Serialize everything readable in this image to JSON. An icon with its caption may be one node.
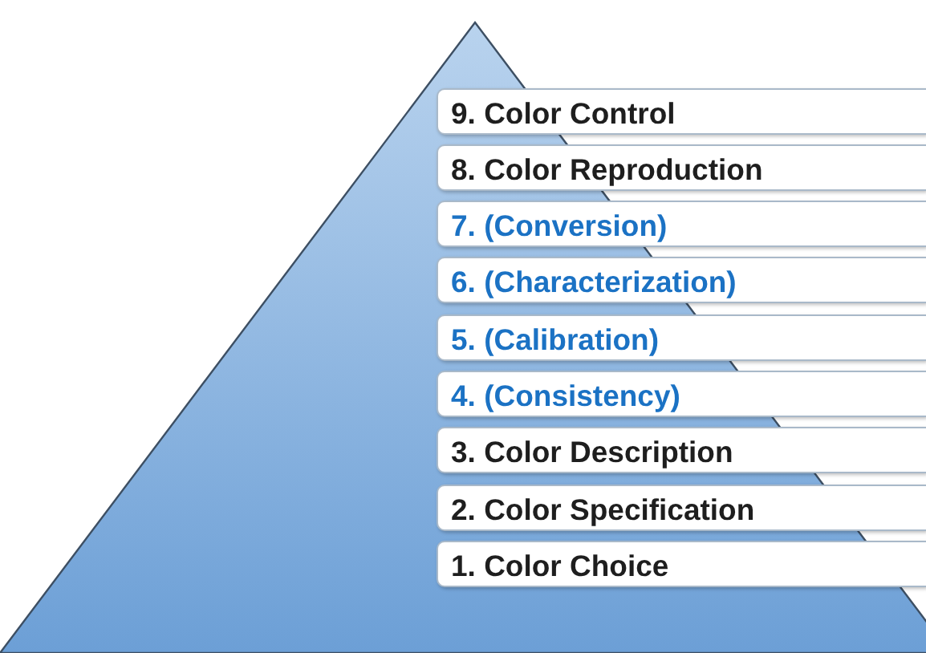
{
  "diagram": {
    "nodes": [
      {
        "text": [
          "9. Color Control"
        ]
      },
      {
        "text": [
          "8. Color Reproduction"
        ]
      },
      {
        "text": [
          "7. (Conversion)"
        ]
      },
      {
        "text": [
          "6. (Characterization)"
        ]
      },
      {
        "text": [
          "5. (Calibration)"
        ]
      },
      {
        "text": [
          "4. (Consistency)"
        ]
      },
      {
        "text": [
          "3. Color Description"
        ]
      },
      {
        "text": [
          "2. Color Specification"
        ]
      },
      {
        "text": [
          "1. Color Choice"
        ]
      }
    ]
  }
}
